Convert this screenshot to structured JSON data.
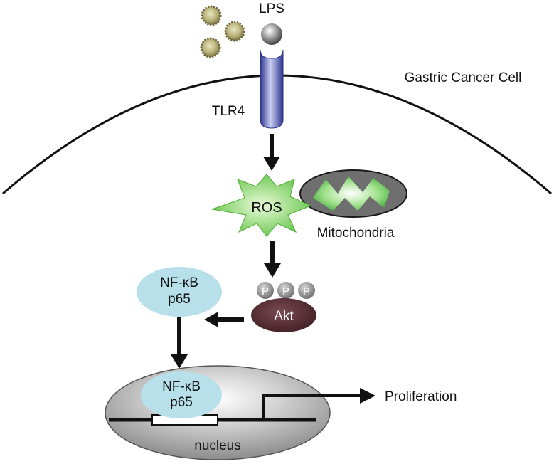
{
  "labels": {
    "lps": "LPS",
    "cell": "Gastric Cancer Cell",
    "tlr4": "TLR4",
    "ros": "ROS",
    "mitochondria": "Mitochondria",
    "nfkb_title": "NF-κB",
    "nfkb_sub": "p65",
    "phospho": "P",
    "akt": "Akt",
    "proliferation": "Proliferation",
    "nucleus": "nucleus"
  },
  "colors": {
    "receptor": "#4a55b8",
    "ros_burst": "#7ed35a",
    "mito_outer": "#6f6f6f",
    "mito_inner": "#7ed36a",
    "nfkb_fill": "#b7e0ea",
    "akt_fill": "#5a2f36",
    "phospho_fill": "#8a8a8a",
    "nucleus_fill": "#b4b4b4",
    "arrow": "#111111"
  }
}
